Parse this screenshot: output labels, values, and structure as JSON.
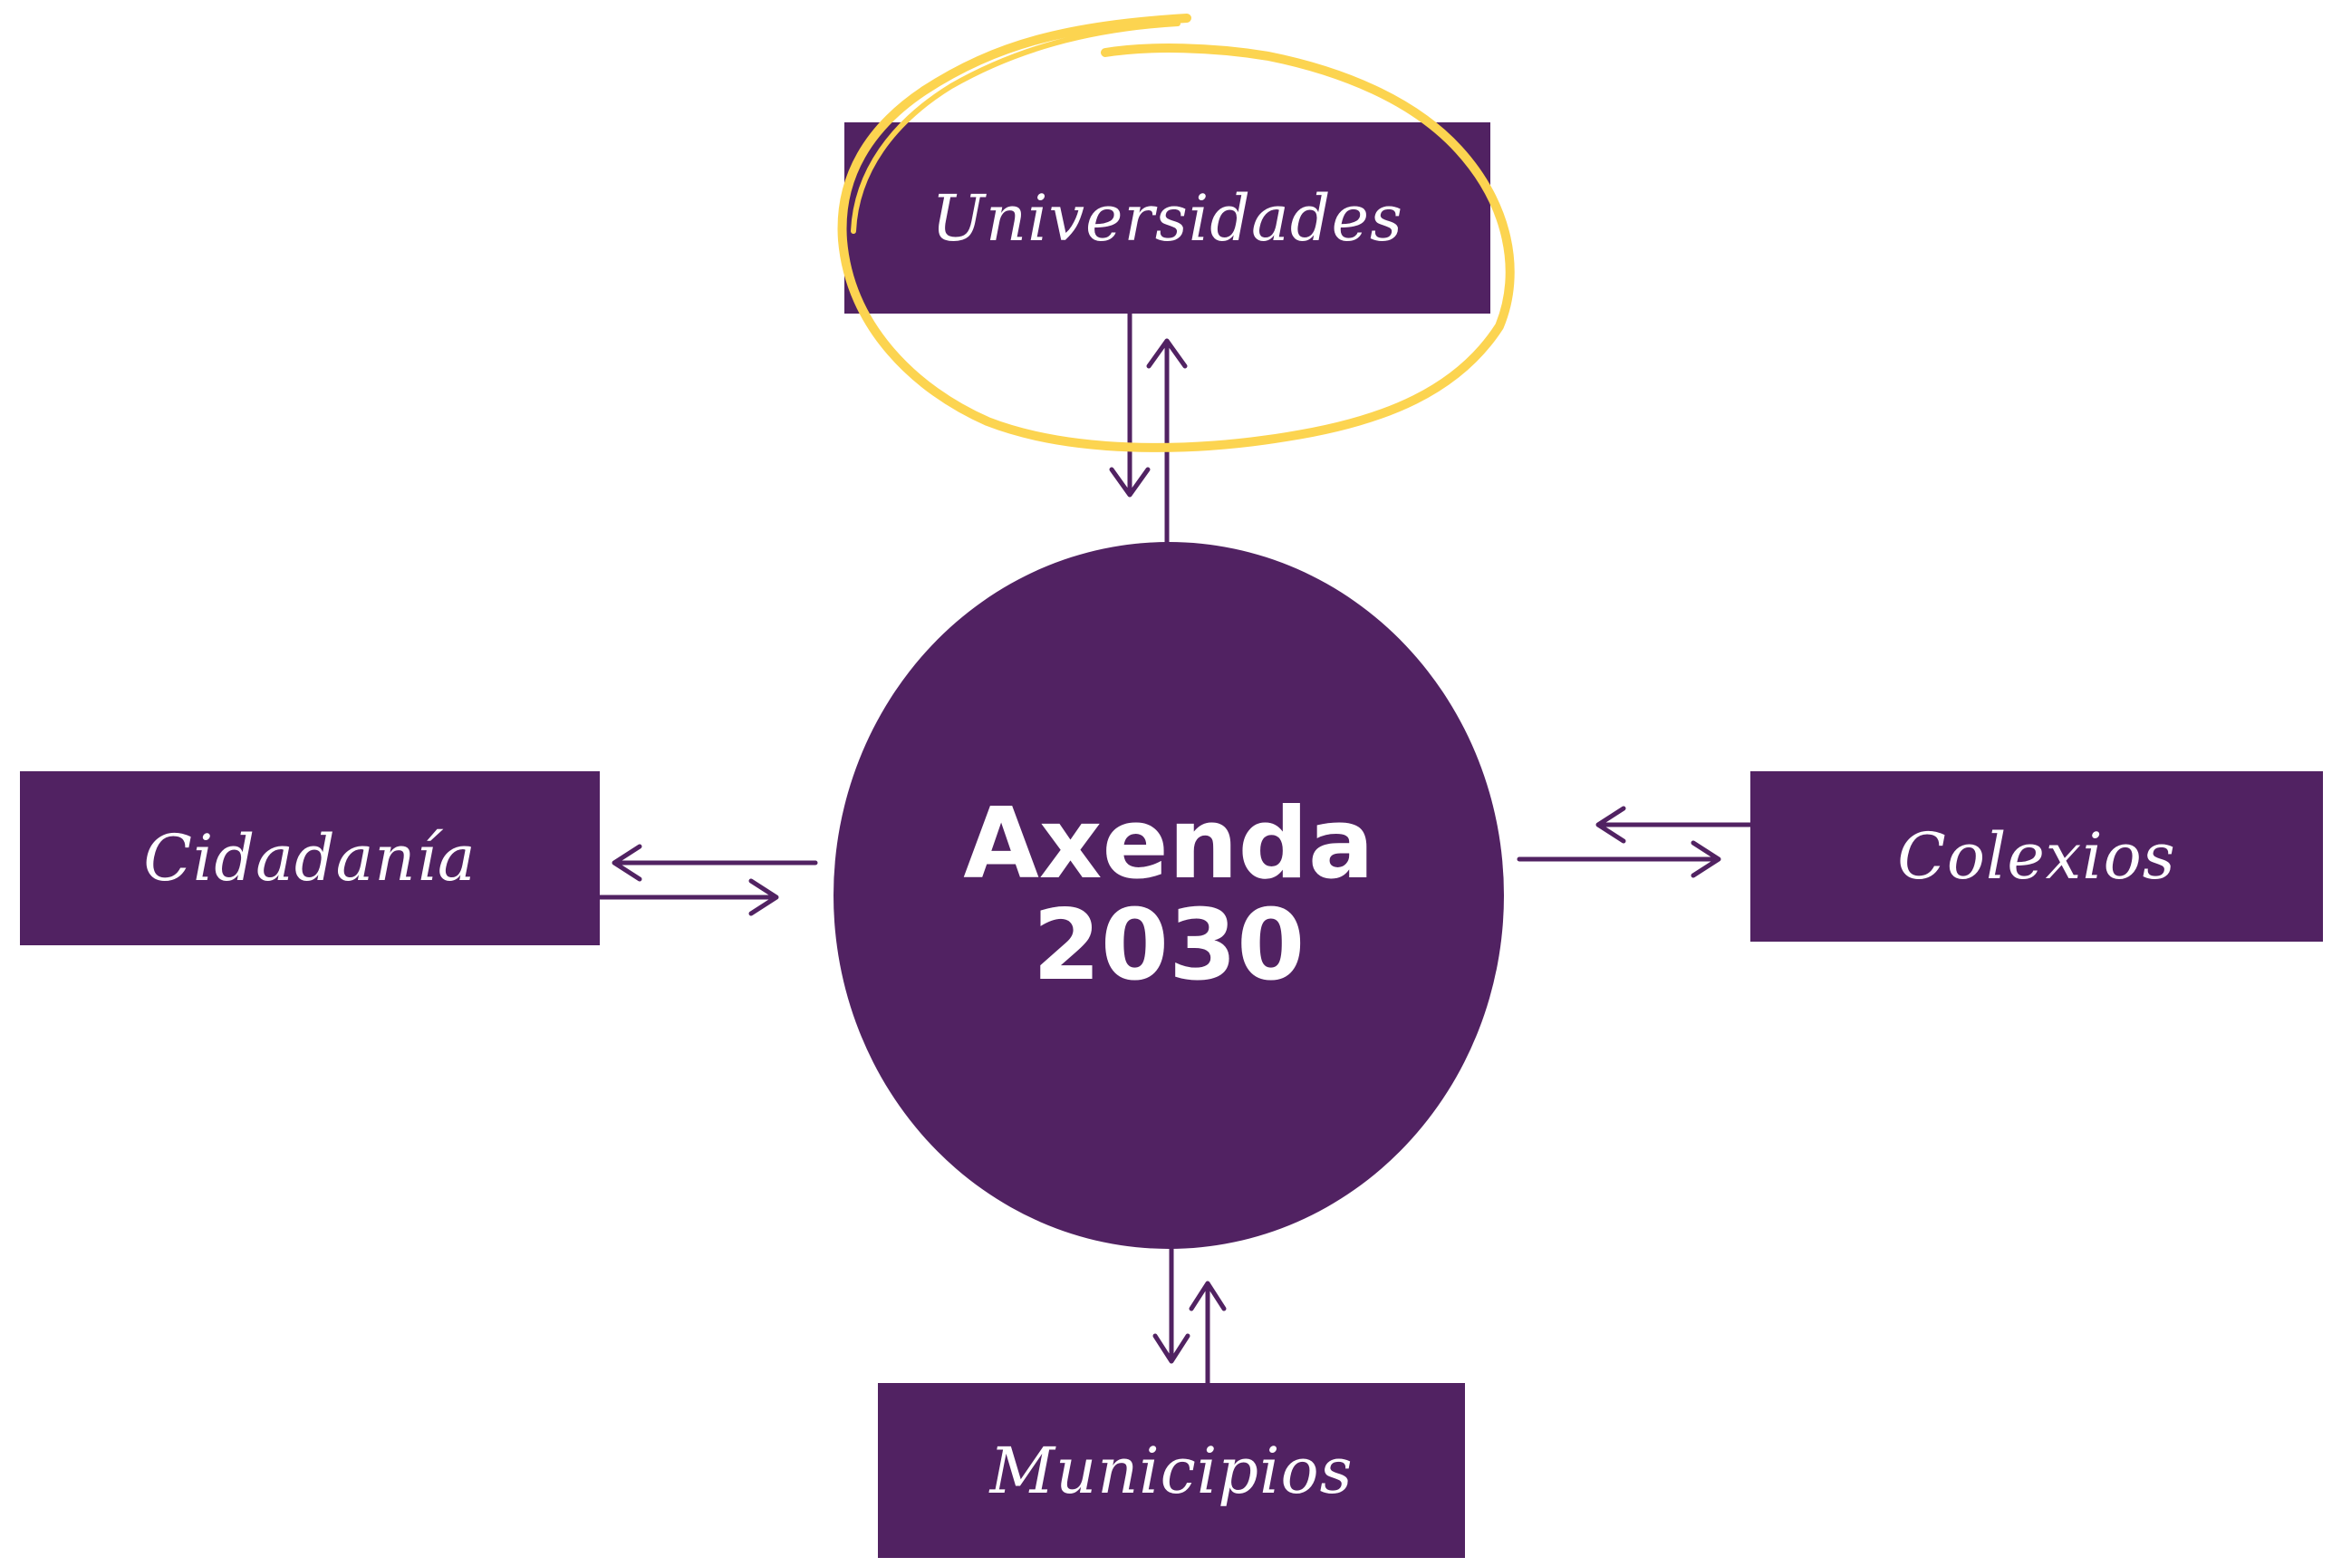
{
  "diagram": {
    "hub": {
      "line1": "Axenda",
      "line2": "2030"
    },
    "nodes": {
      "universidades": "Universidades",
      "cidadania": "Cidadanía",
      "colexios": "Colexios",
      "municipios": "Municipios"
    },
    "colors": {
      "fill": "#512262",
      "text": "#ffffff",
      "highlight": "#FCD450",
      "arrow": "#512262"
    }
  }
}
